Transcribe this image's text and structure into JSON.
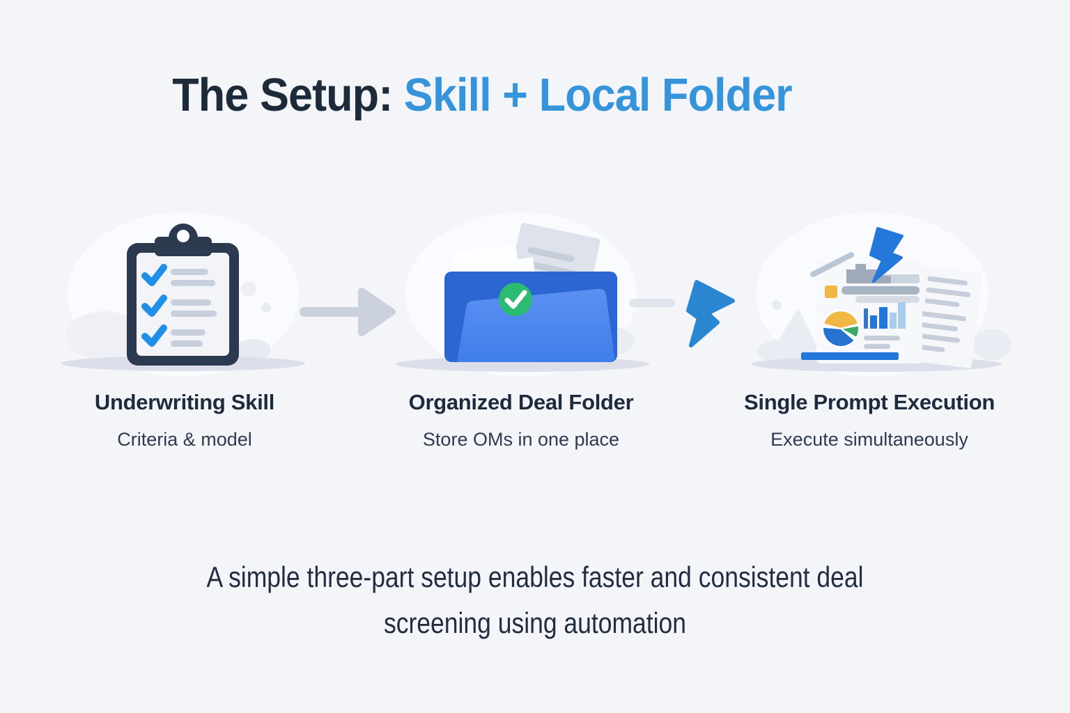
{
  "title": {
    "prefix": "The Setup: ",
    "highlight": "Skill + Local Folder"
  },
  "steps": [
    {
      "id": "underwriting-skill",
      "icon": "clipboard-checklist-icon",
      "label": "Underwriting Skill",
      "description": "Criteria & model"
    },
    {
      "id": "organized-deal-folder",
      "icon": "folder-documents-check-icon",
      "label": "Organized Deal Folder",
      "description": "Store OMs in one place"
    },
    {
      "id": "single-prompt-execution",
      "icon": "report-lightning-icon",
      "label": "Single Prompt Execution",
      "description": "Execute simultaneously"
    }
  ],
  "connectors": [
    {
      "icon": "arrow-right-icon"
    },
    {
      "icon": "zigzag-bolt-icon"
    }
  ],
  "caption": {
    "line1": "A simple three-part setup enables faster and consistent deal",
    "line2": "screening using automation"
  },
  "colors": {
    "background": "#f4f5f9",
    "title_text": "#1d2a3a",
    "title_accent": "#3594da",
    "label_text": "#1e2b3d",
    "description_text": "#2d3a4f",
    "caption_text": "#222e40",
    "check_blue": "#1f8fe8",
    "clipboard_navy": "#2c3a4f",
    "folder_blue": "#4d86f0",
    "folder_blue_dark": "#2b66d3",
    "success_green": "#2bbb72",
    "chart_yellow": "#f0b843",
    "chart_blue": "#2277d8",
    "chart_blue_light": "#a9cbed",
    "arrow_gray": "#cbd2de",
    "bolt_blue": "#2b86d2"
  }
}
